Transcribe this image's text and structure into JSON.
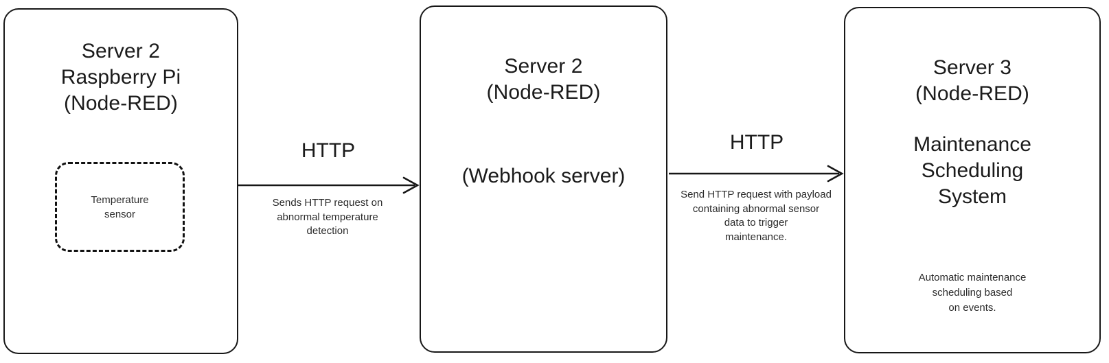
{
  "diagram": {
    "type": "flow-diagram",
    "background_color": "#ffffff",
    "stroke_color": "#171717",
    "text_color": "#1b1b1b",
    "nodes": [
      {
        "id": "node-1",
        "title": "Server 2\nRaspberry Pi\n(Node-RED)",
        "inner_component": {
          "label": "Temperature\nsensor",
          "style": "dashed"
        }
      },
      {
        "id": "node-2",
        "title": "Server 2\n(Node-RED)",
        "subtitle": "(Webhook server)"
      },
      {
        "id": "node-3",
        "title": "Server 3\n(Node-RED)",
        "subtitle": "Maintenance\nScheduling\nSystem",
        "note": "Automatic maintenance\nscheduling based\non events."
      }
    ],
    "edges": [
      {
        "id": "edge-1",
        "from": "node-1",
        "to": "node-2",
        "protocol": "HTTP",
        "description": "Sends HTTP request on\nabnormal temperature\ndetection"
      },
      {
        "id": "edge-2",
        "from": "node-2",
        "to": "node-3",
        "protocol": "HTTP",
        "description": "Send HTTP request with payload\ncontaining abnormal sensor\ndata to trigger\nmaintenance."
      }
    ]
  }
}
